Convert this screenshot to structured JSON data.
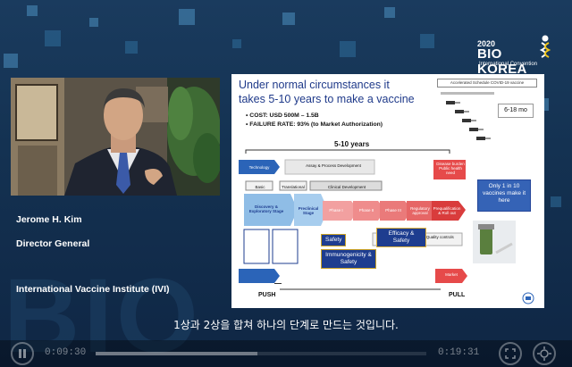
{
  "logo": {
    "year": "2020",
    "name": "BIO KOREA",
    "subtitle": "International Convention",
    "mark": "stylized-dna-person-mark"
  },
  "speaker": {
    "name": "Jerome H. Kim",
    "title": "Director General",
    "organization": "International Vaccine Institute (IVI)"
  },
  "slide": {
    "title_line1": "Under normal circumstances it",
    "title_line2": "takes 5-10 years to make a vaccine",
    "cost": "COST:  USD 500M – 1.5B",
    "failure": "FAILURE RATE: 93% (to Market Authorization)",
    "accelerated_title": "Accelerated Schedule COVID-19 vaccine",
    "months": "6-18 mo",
    "years_label": "5-10 years",
    "technology": "Technology",
    "assay": "Assay & Process Development",
    "basic": "Basic",
    "translational": "Translational",
    "clinical_dev": "Clinical Development",
    "discovery": "Discovery & Exploratory Stage",
    "preclinical": "Preclinical Stage",
    "phase1": "Phase I",
    "phase2": "Phase II",
    "phase3": "Phase III",
    "regulatory": "Regulatory approval",
    "prequal": "Prequalification & Roll out",
    "disease_burden": "Disease burden Public health need",
    "callout": "Only 1 in 10 vaccines make it here",
    "safety": "Safety",
    "immuno": "Immunogenicity & Safety",
    "efficacy": "Efficacy & Safety",
    "scaling": "Scaling up manufacture Quality controls",
    "market": "Market",
    "push": "PUSH",
    "pull": "PULL"
  },
  "subtitle": "1상과 2상을 합쳐 하나의 단계로 만드는 것입니다.",
  "player": {
    "current_time": "0:09:30",
    "total_time": "0:19:31",
    "progress": 0.49,
    "play_icon": "pause-icon",
    "fullscreen_icon": "fullscreen-icon",
    "settings_icon": "gear-icon"
  },
  "colors": {
    "background": "#143252",
    "accent": "#1e3d8f",
    "callout": "#3563b6"
  }
}
